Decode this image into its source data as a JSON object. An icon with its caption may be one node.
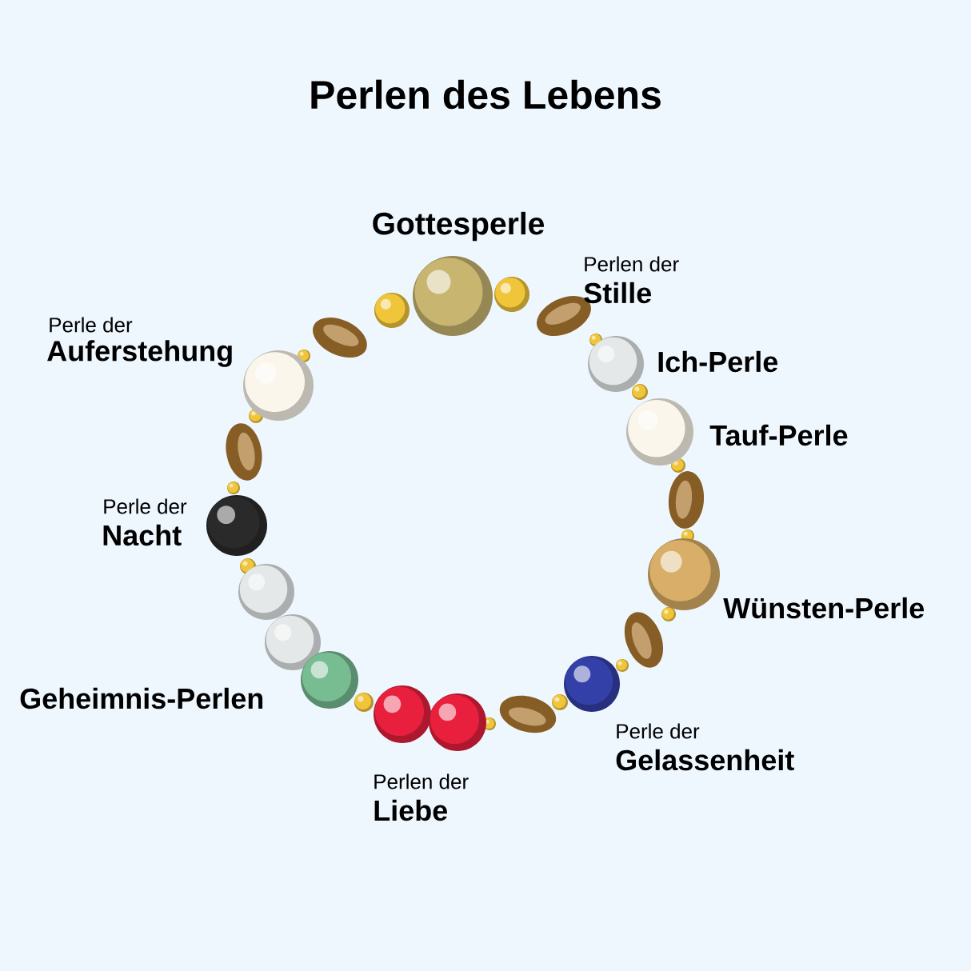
{
  "diagram": {
    "title": "Perlen des Lebens",
    "labels": [
      "Gottesperle",
      "Perlen der",
      "Stille",
      "Perle der",
      "Auferstehung",
      "Ich-Perle",
      "Tauf-Perle",
      "Perle der",
      "Nacht",
      "Wünsten-Perle",
      "Geheimnis-Perlen",
      "Perle der",
      "Gelassenheit",
      "Perlen der",
      "Liebe"
    ]
  }
}
